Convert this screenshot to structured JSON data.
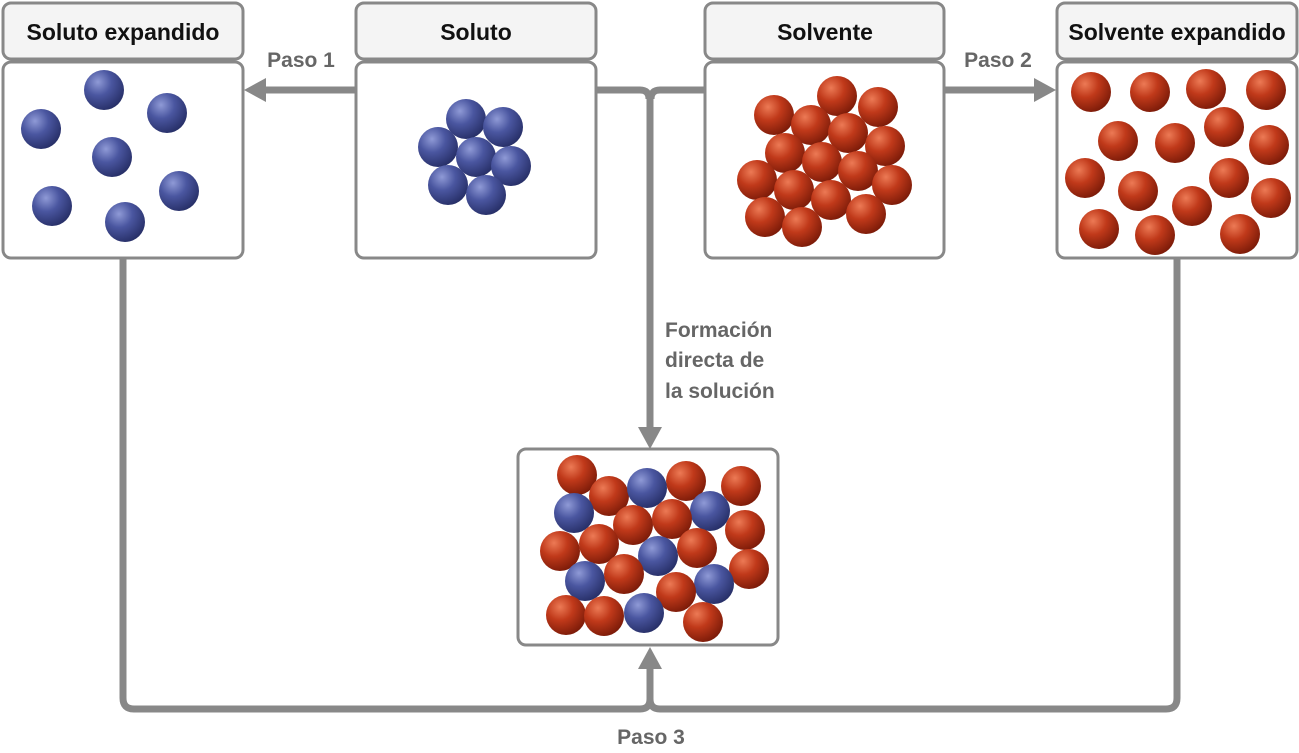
{
  "headers": {
    "expanded_solute": "Soluto expandido",
    "solute": "Soluto",
    "solvent": "Solvente",
    "expanded_solvent": "Solvente expandido"
  },
  "steps": {
    "step1": "Paso 1",
    "step2": "Paso 2",
    "step3": "Paso 3",
    "direct_line1": "Formación",
    "direct_line2": "directa de",
    "direct_line3": "la solución"
  },
  "colors": {
    "solute_particle": "#4a56a0",
    "solvent_particle": "#c0391a",
    "frame": "#888888",
    "step_text": "#666666"
  }
}
